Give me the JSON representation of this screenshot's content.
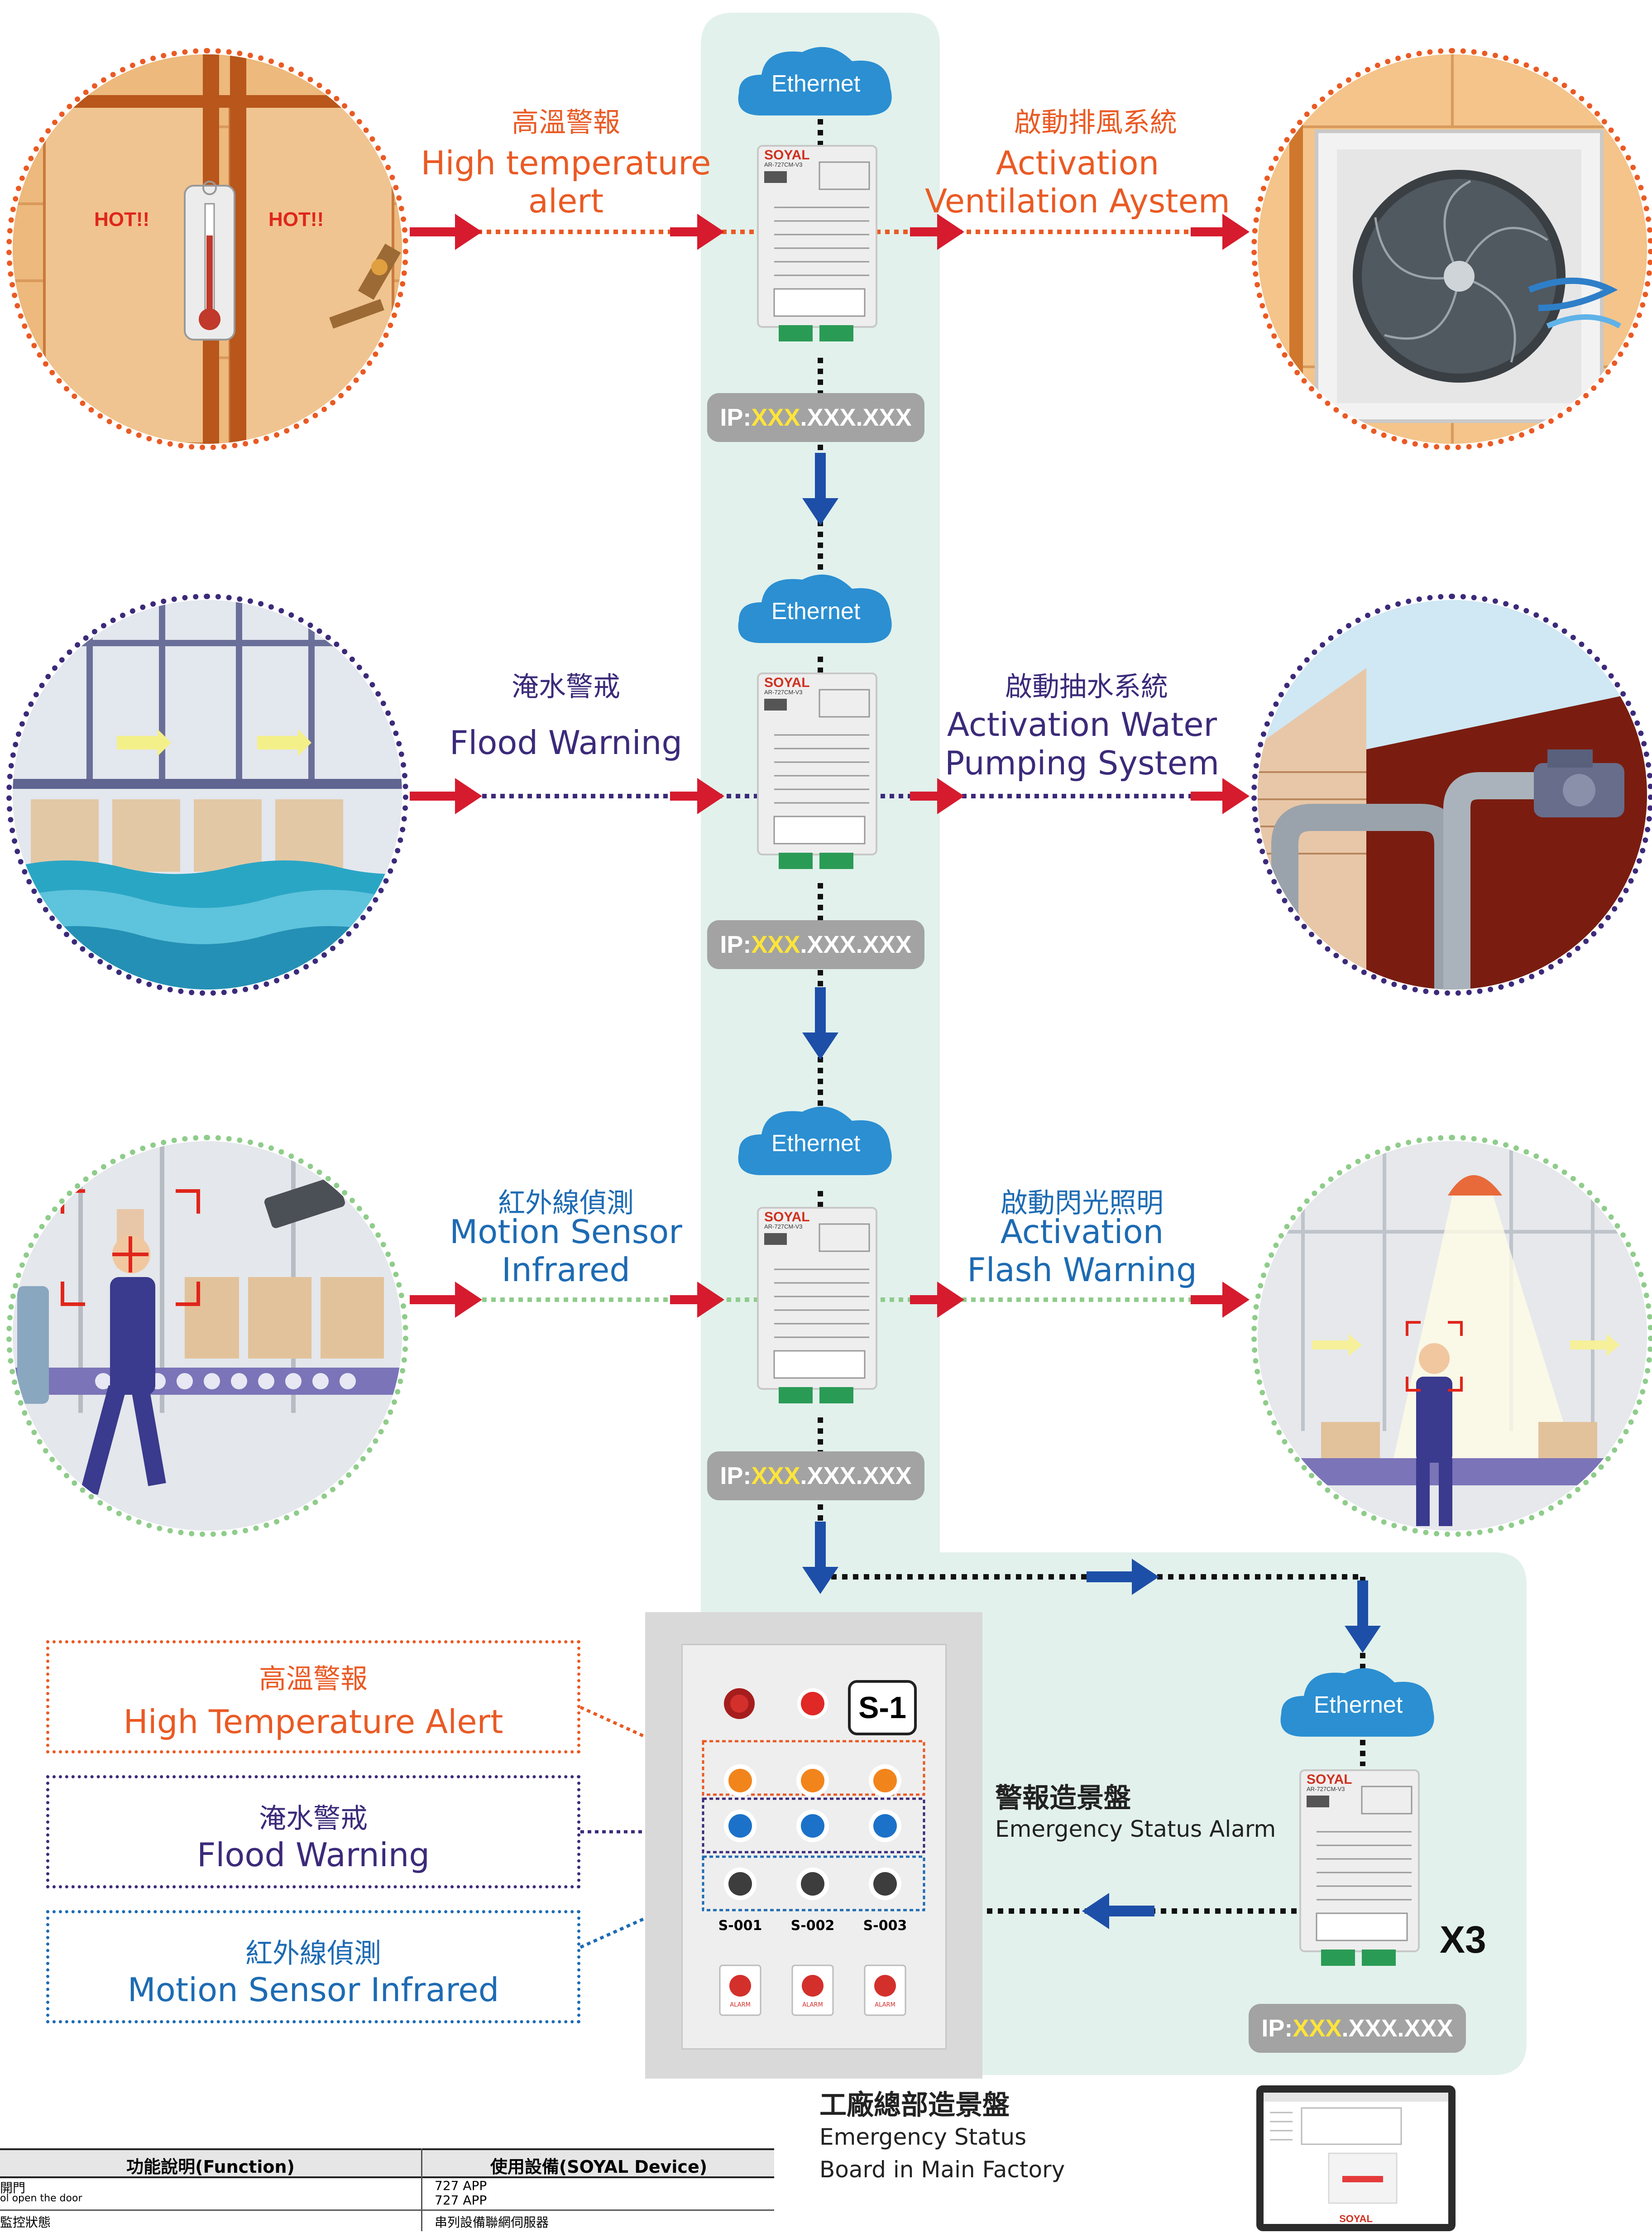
{
  "backbone": {
    "color": "#e2f1ec"
  },
  "ethernet_label": "Ethernet",
  "device": {
    "brand": "SOYAL",
    "model": "AR-727CM-V3"
  },
  "ip": {
    "prefix": "IP:",
    "highlight": "XXX",
    "rest": ".XXX.XXX"
  },
  "rows": [
    {
      "alert_zh": "高溫警報",
      "alert_en_1": "High temperature",
      "alert_en_2": "alert",
      "action_zh": "啟動排風系統",
      "action_en_1": "Activation",
      "action_en_2": "Ventilation Aystem",
      "scene_text_left": "HOT!!",
      "scene_text_right": "HOT!!",
      "color": "#ea5a24"
    },
    {
      "alert_zh": "淹水警戒",
      "alert_en_1": "Flood Warning",
      "action_zh": "啟動抽水系統",
      "action_en_1": "Activation Water",
      "action_en_2": "Pumping System",
      "color": "#3c2a7a"
    },
    {
      "alert_zh": "紅外線偵測",
      "alert_en_1": "Motion Sensor",
      "alert_en_2": "Infrared",
      "action_zh": "啟動閃光照明",
      "action_en_1": "Activation",
      "action_en_2": "Flash Warning",
      "color": "#1d6bb3"
    }
  ],
  "legend": [
    {
      "zh": "高溫警報",
      "en": "High Temperature Alert",
      "color": "#ea5a24"
    },
    {
      "zh": "淹水警戒",
      "en": "Flood Warning",
      "color": "#3c2a7a"
    },
    {
      "zh": "紅外線偵測",
      "en": "Motion Sensor Infrared",
      "color": "#1d6bb3"
    }
  ],
  "panel": {
    "badge": "S-1",
    "columns": [
      "S-001",
      "S-002",
      "S-003"
    ],
    "alarm_label": "ALARM"
  },
  "status_alarm": {
    "zh": "警報造景盤",
    "en": "Emergency Status Alarm"
  },
  "multiplier": "X3",
  "factory_board": {
    "zh": "工廠總部造景盤",
    "en_1": "Emergency Status",
    "en_2": "Board in Main Factory"
  },
  "monitor_brand": "SOYAL",
  "table": {
    "headers": [
      "功能說明(Function)",
      "使用設備(SOYAL Device)"
    ],
    "rows": [
      [
        "開門",
        "727 APP"
      ],
      [
        "ol open the door",
        "727 APP"
      ],
      [
        "監控狀態",
        "串列設備聯網伺服器"
      ]
    ]
  }
}
